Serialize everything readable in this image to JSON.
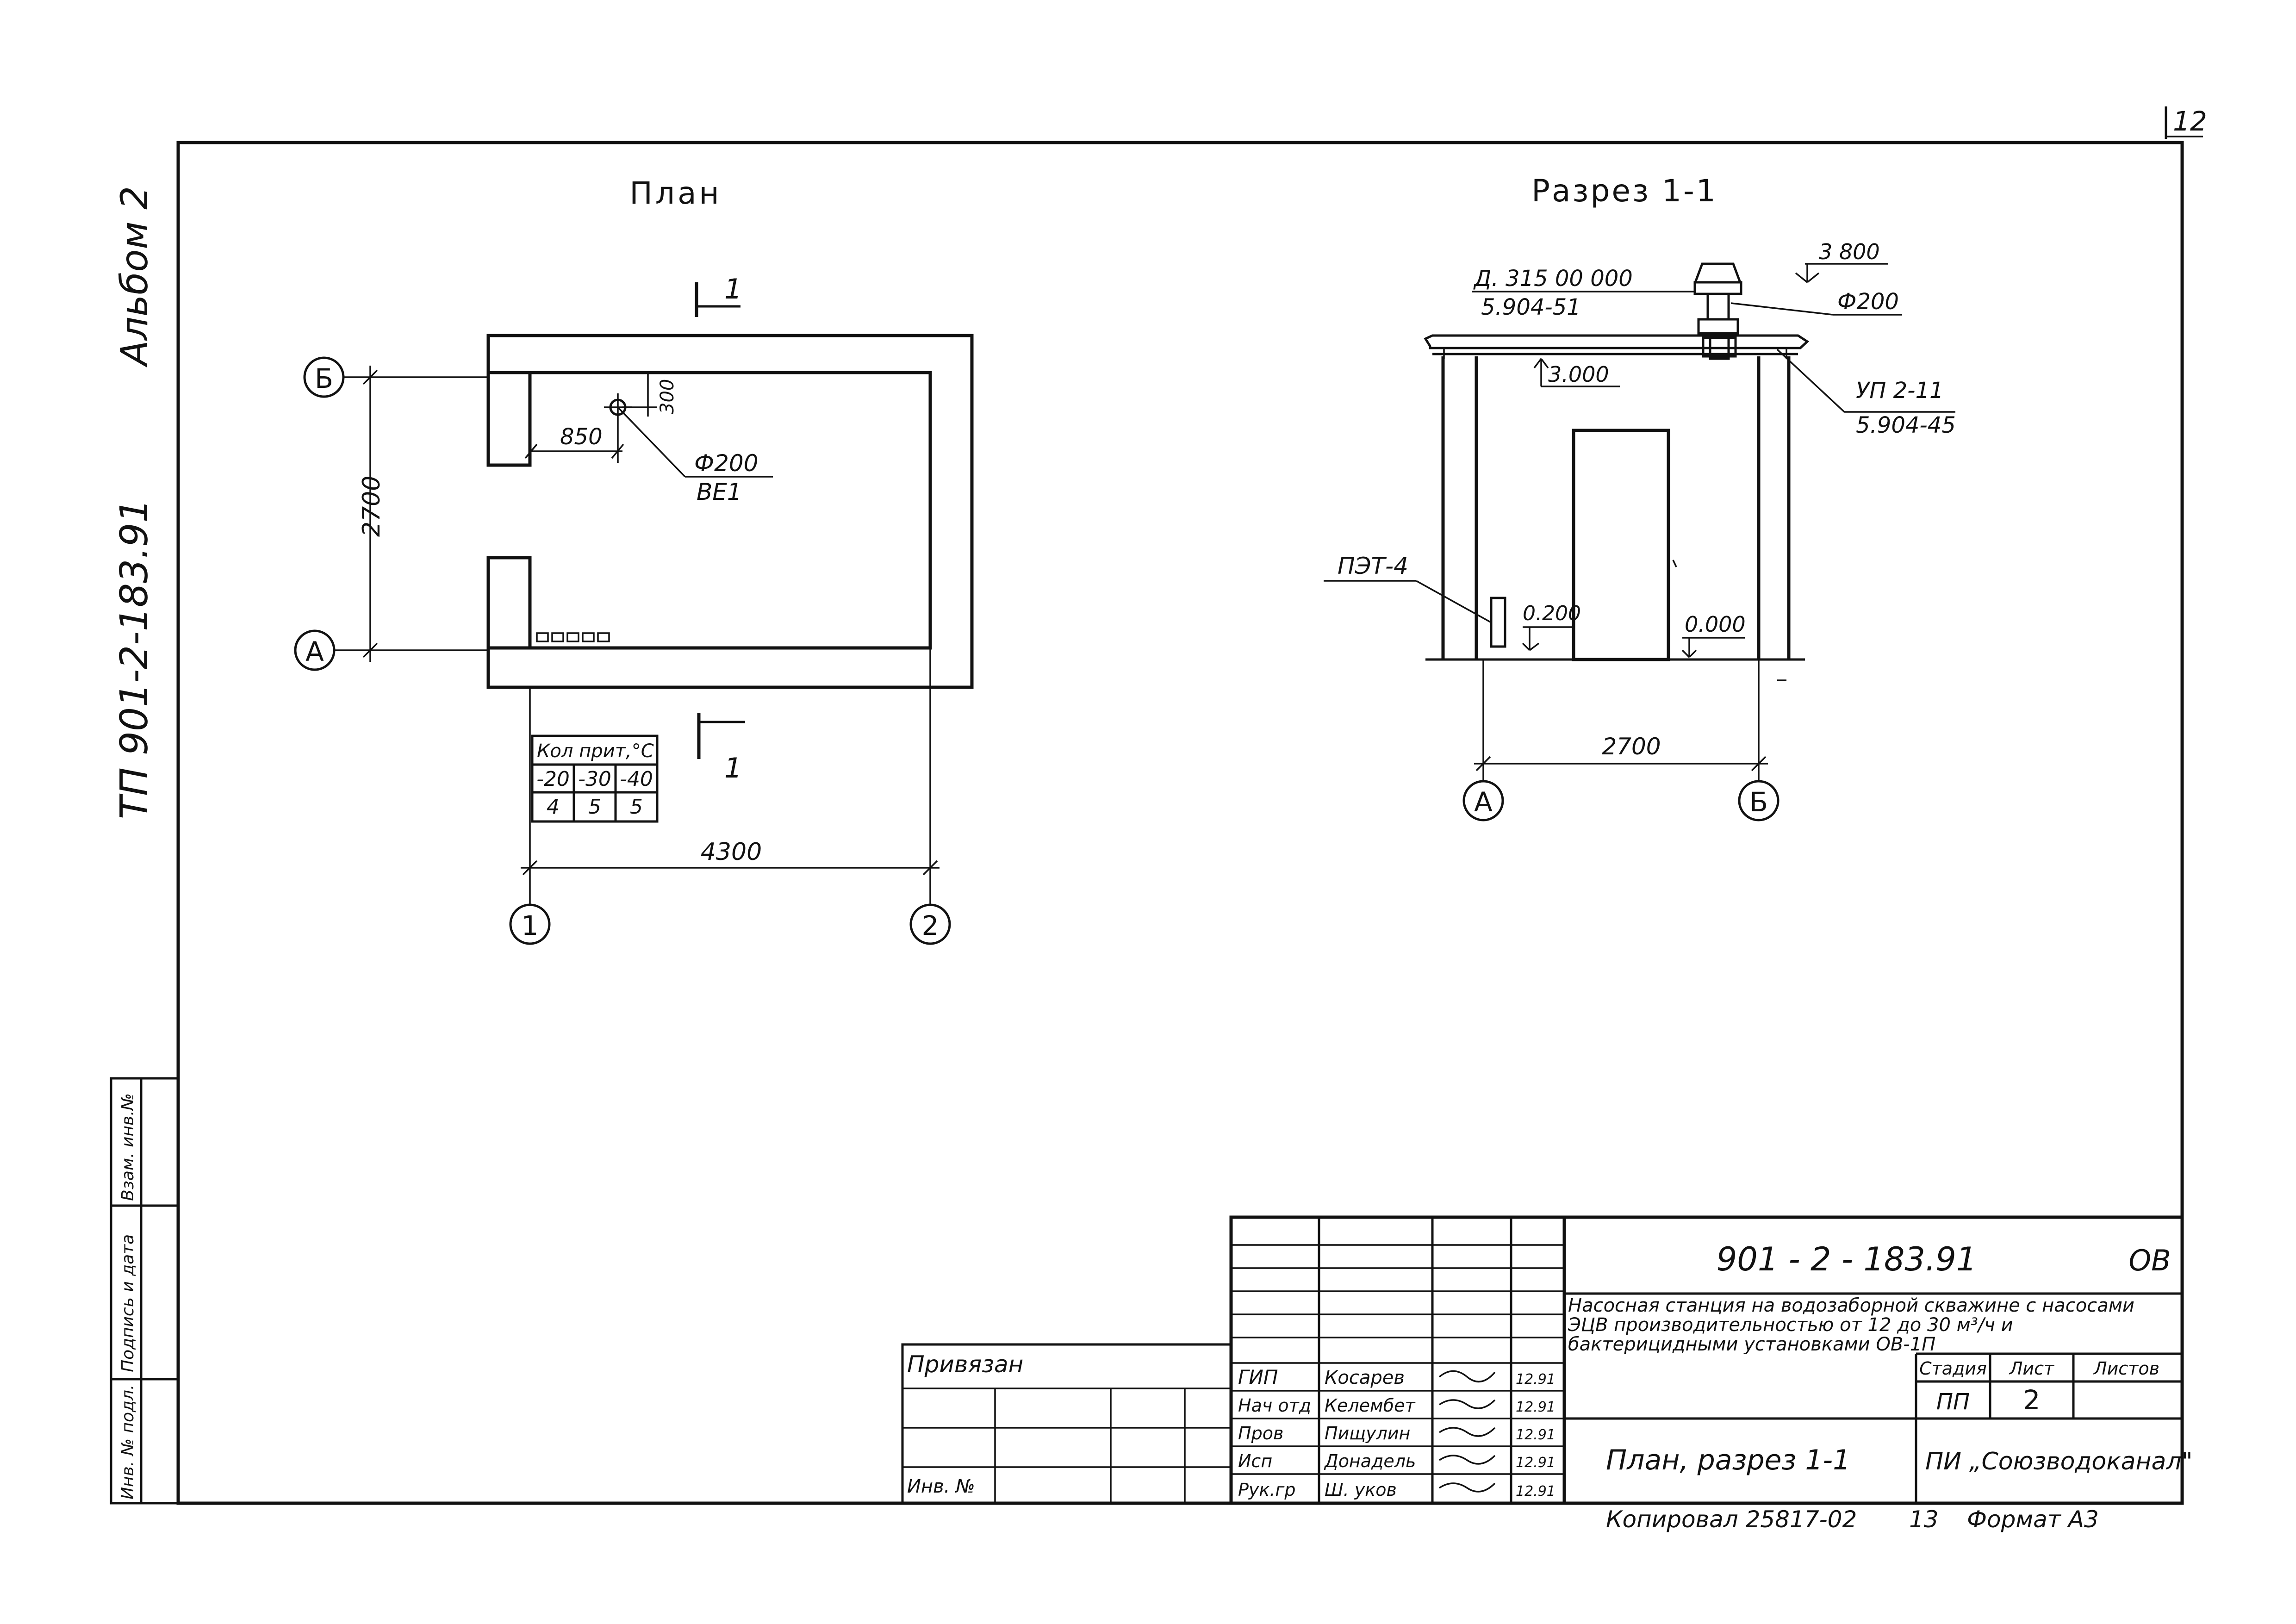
{
  "sheet": {
    "sheet_corner_number": "12",
    "side_album": "Альбом 2",
    "side_project": "ТП 901-2-183.91",
    "side_cells": [
      "Взам. инв.№",
      "Подпись и дата",
      "Инв. № подл."
    ]
  },
  "plan": {
    "title": "План",
    "section_mark_top": "1",
    "section_mark_bottom": "1",
    "axis_A": "А",
    "axis_B": "Б",
    "axis_1": "1",
    "axis_2": "2",
    "dim_width": "4300",
    "dim_depth": "2700",
    "dim_pipe_offset": "850",
    "dim_pipe_wall": "300",
    "pipe_label": "Ф200",
    "pipe_system": "ВЕ1",
    "heater_table": {
      "header": "Кол прит,°С",
      "temps": [
        "-20",
        "-30",
        "-40"
      ],
      "counts": [
        "4",
        "5",
        "5"
      ]
    }
  },
  "section": {
    "title": "Разрез 1-1",
    "vent_ref_1": "Д. 315 00 000",
    "vent_ref_2": "5.904-51",
    "elev_top": "3 800",
    "pipe_diam": "Ф200",
    "elev_roof": "3.000",
    "unit_ref_1": "УП 2-11",
    "unit_ref_2": "5.904-45",
    "heater_label": "ПЭТ-4",
    "elev_heater": "0.200",
    "elev_floor": "0.000",
    "dim_span": "2700",
    "axis_A": "А",
    "axis_B": "Б"
  },
  "title_block": {
    "doc_code": "901 - 2 - 183.91",
    "doc_mark": "ОВ",
    "description": "Насосная станция на водозаборной скважине с насосами ЭЦВ производительностью от 12 до 30 м³/ч и бактерицидными установками ОВ-1П",
    "col_stage": "Стадия",
    "col_sheet": "Лист",
    "col_sheets": "Листов",
    "stage": "ПП",
    "sheet_no": "2",
    "drawing_name": "План, разрез 1-1",
    "org": "ПИ „Союзводоканал\"",
    "bound_label": "Привязан",
    "inv_label": "Инв. №",
    "roles": [
      "ГИП",
      "Нач отд",
      "Пров",
      "Исп",
      "Рук.гр"
    ],
    "names": [
      "Косарев",
      "Келембет",
      "Пищулин",
      "Донадель",
      "Ш. уков"
    ],
    "dates": [
      "12.91",
      "12.91",
      "12.91",
      "12.91",
      "12.91"
    ],
    "copy_info": "Копировал 25817-02",
    "sheet_format_no": "13",
    "format_label": "Формат А3"
  }
}
